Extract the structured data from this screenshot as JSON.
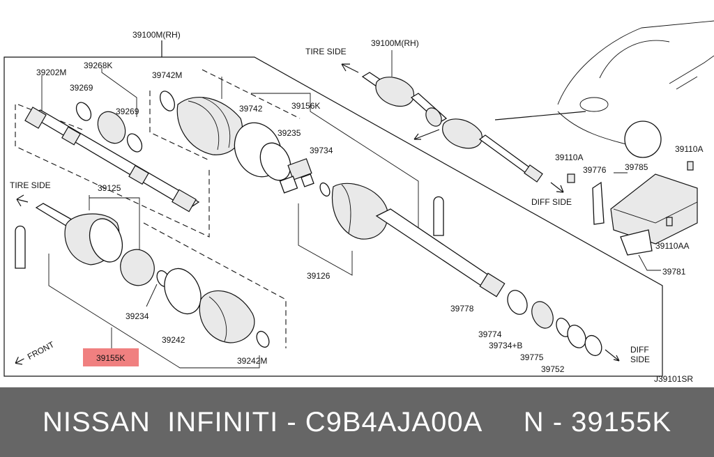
{
  "diagram": {
    "labels": {
      "p39100m_top": "39100M(RH)",
      "p39202m": "39202M",
      "p39268k": "39268K",
      "p39269_a": "39269",
      "p39269_b": "39269",
      "p39742m": "39742M",
      "p39742": "39742",
      "p39156k": "39156K",
      "p39235": "39235",
      "p39734": "39734",
      "p39125": "39125",
      "p39126": "39126",
      "p39234": "39234",
      "p39242": "39242",
      "p39242m": "39242M",
      "p39155k": "39155K",
      "p39778": "39778",
      "p39774": "39774",
      "p39734b": "39734+B",
      "p39775": "39775",
      "p39752": "39752",
      "p39100m_right": "39100M(RH)",
      "p39110a_a": "39110A",
      "p39110a_b": "39110A",
      "p39776": "39776",
      "p39785": "39785",
      "p39110aa": "39110AA",
      "p39781": "39781",
      "tire_side_left": "TIRE SIDE",
      "tire_side_right": "TIRE SIDE",
      "diff_side_right": "DIFF SIDE",
      "diff_side_bottom_1": "DIFF",
      "diff_side_bottom_2": "SIDE",
      "front": "FRONT",
      "diagram_code": "J39101SR"
    },
    "highlight_color": "#f08080"
  },
  "footer": {
    "text": "NISSAN  INFINITI - C9B4AJA00A     N - 39155K",
    "background": "#666666",
    "color": "#ffffff"
  }
}
